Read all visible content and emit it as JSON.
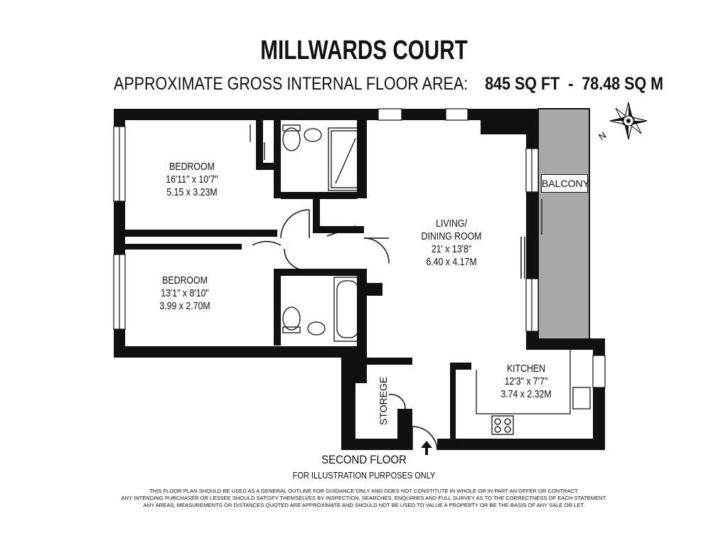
{
  "header": {
    "title": "MILLWARDS COURT",
    "area_label": "APPROXIMATE GROSS INTERNAL FLOOR AREA:",
    "area_sqft": "845 SQ FT",
    "area_sep": "-",
    "area_sqm": "78.48 SQ M"
  },
  "rooms": {
    "bedroom1": {
      "name": "BEDROOM",
      "imperial": "16'11\" x 10'7\"",
      "metric": "5.15 x 3.23M"
    },
    "bedroom2": {
      "name": "BEDROOM",
      "imperial": "13'1\" x 8'10\"",
      "metric": "3.99 x 2.70M"
    },
    "living": {
      "name_line1": "LIVING/",
      "name_line2": "DINING ROOM",
      "imperial": "21' x 13'8\"",
      "metric": "6.40 x 4.17M"
    },
    "kitchen": {
      "name": "KITCHEN",
      "imperial": "12'3\" x 7'7\"",
      "metric": "3.74 x 2.32M"
    },
    "balcony": {
      "name": "BALCONY"
    },
    "storage": {
      "name": "STOREGE"
    }
  },
  "compass": {
    "label": "N",
    "icon": "compass-rose-icon"
  },
  "footer": {
    "floor": "SECOND FLOOR",
    "illustration": "FOR ILLUSTRATION PURPOSES ONLY",
    "disclaimer": [
      "THIS FLOOR PLAN SHOULD BE USED AS A GENERAL OUTLINE FOR GUIDANCE ONLY AND DOES NOT CONSTITUTE IN WHOLE OR IN PART AN OFFER OR CONTRACT.",
      "ANY INTENDING PURCHASER OR LESSEE SHOULD SATISFY THEMSELVES BY INSPECTION, SEARCHES, ENQUIRIES AND FULL SURVEY AS TO THE CORRECTNESS OF EACH STATEMENT.",
      "ANY AREAS, MEASUREMENTS OR DISTANCES QUOTED ARE APPROXIMATE AND SHOULD NOT BE USED TO VALUE A PROPERTY OR BE THE BASIS OF ANY SALE OR LET."
    ]
  },
  "colors": {
    "wall": "#111111",
    "balcony_fill": "#a9a9a9"
  }
}
